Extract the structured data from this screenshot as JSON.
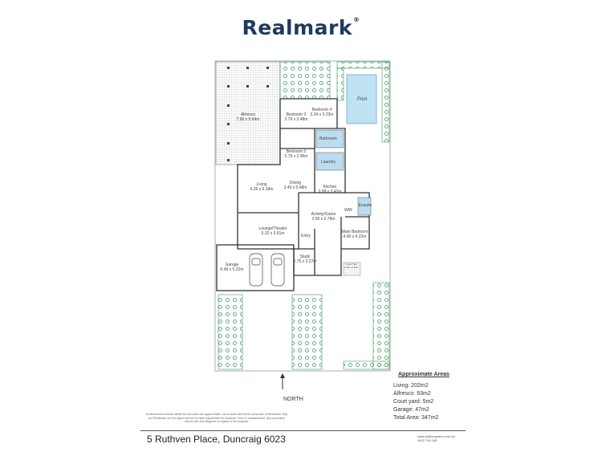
{
  "brand": {
    "name": "Realmark",
    "mark": "®"
  },
  "rooms": {
    "alfresco": {
      "name": "Alfresco",
      "dims": "7.66 x 9.64m"
    },
    "bedroom3": {
      "name": "Bedroom 3",
      "dims": "2.79 x 3.48m"
    },
    "bedroom4": {
      "name": "Bedroom 4",
      "dims": "3.24 x 3.23m"
    },
    "bedroom2": {
      "name": "Bedroom 2",
      "dims": "2.79 x 2.95m"
    },
    "bathroom": {
      "name": "Bathroom"
    },
    "laundry": {
      "name": "Laundry"
    },
    "pool": {
      "name": "Pool"
    },
    "living": {
      "name": "Living",
      "dims": "4.26 x 6.18m"
    },
    "dining": {
      "name": "Dining",
      "dims": "3.49 x 5.48m"
    },
    "kitchen": {
      "name": "Kitchen",
      "dims": "3.98 x 3.42m"
    },
    "ensuite": {
      "name": "Ensuite"
    },
    "wir": {
      "name": "WIR"
    },
    "activity": {
      "name": "Activity/Game",
      "dims": "3.50 x 2.79m"
    },
    "lounge": {
      "name": "Lounge/Theatre",
      "dims": "5.32 x 3.61m"
    },
    "entry": {
      "name": "Entry"
    },
    "master": {
      "name": "Main Bedroom",
      "dims": "4.00 x 4.22m"
    },
    "study": {
      "name": "Study",
      "dims": "2.75 x 3.27m"
    },
    "garage": {
      "name": "Garage",
      "dims": "6.49 x 5.22m"
    },
    "courtyard": {
      "name": "Court Yard",
      "dims": "2.53 x 2.24m"
    }
  },
  "north": "NORTH",
  "areas": {
    "title": "Approximate Areas",
    "items": [
      "Living: 202m2",
      "Alfresco: 93m2",
      "Court yard: 5m2",
      "Garage: 47m2",
      "Total Area: 347m2"
    ]
  },
  "disclaimer": "All dimensions shown within this floorplan are approximate, not to scale and for the purposes of illustration only, and Realmark nor the Agent will not be held responsible for omission, error or misstatement. Any purchaser should use due diligence in regard to the property.",
  "address": "5 Ruthven Place, Duncraig 6023",
  "contact": {
    "web": "www.dotfloorplans.com.au",
    "phone": "0402 749 165"
  },
  "colors": {
    "brand": "#1f3a5f",
    "wet_area": "#bcdcf0",
    "pool": "#bfe3f3",
    "hedge": "#3c9a5f",
    "alfresco": "#d8dedd"
  }
}
